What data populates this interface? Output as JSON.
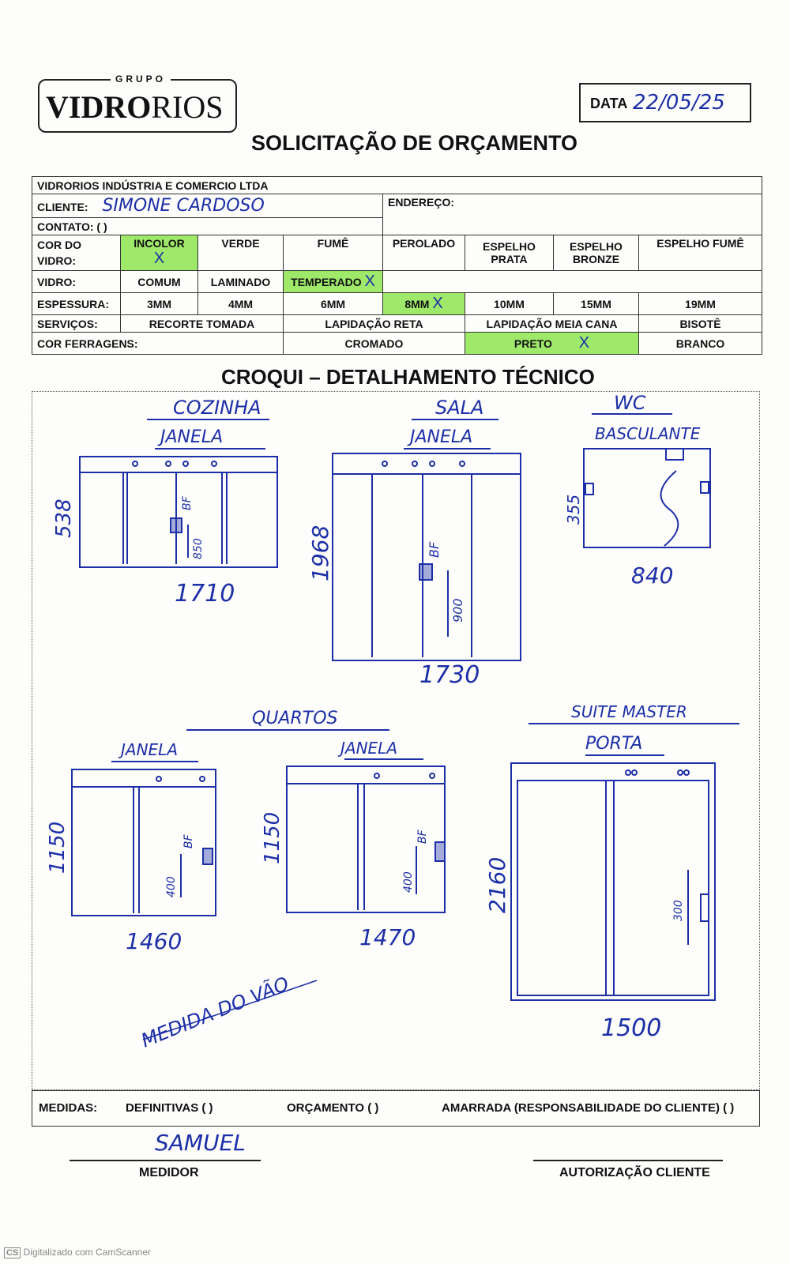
{
  "header": {
    "logo_small": "GRUPO",
    "logo_main": "VIDRO",
    "logo_thin": "RIOS",
    "date_label": "DATA",
    "date_value": "22/05/25",
    "title": "SOLICITAÇÃO DE ORÇAMENTO"
  },
  "form": {
    "company": "VIDRORIOS INDÚSTRIA E COMERCIO LTDA",
    "cliente_label": "CLIENTE:",
    "cliente_value": "SIMONE CARDOSO",
    "endereco_label": "ENDEREÇO:",
    "contato_label": "CONTATO: (   )",
    "cor_label_1": "COR DO",
    "cor_label_2": "VIDRO:",
    "cor_options": [
      "INCOLOR",
      "VERDE",
      "FUMÊ",
      "PEROLADO",
      "ESPELHO PRATA",
      "ESPELHO BRONZE",
      "ESPELHO FUMÊ"
    ],
    "vidro_label": "VIDRO:",
    "vidro_options": [
      "COMUM",
      "LAMINADO",
      "TEMPERADO"
    ],
    "espessura_label": "ESPESSURA:",
    "espessura_options": [
      "3MM",
      "4MM",
      "6MM",
      "8MM",
      "10MM",
      "15MM",
      "19MM"
    ],
    "servicos_label": "SERVIÇOS:",
    "servicos_options": [
      "RECORTE TOMADA",
      "LAPIDAÇÃO RETA",
      "LAPIDAÇÃO MEIA CANA",
      "BISOTÊ"
    ],
    "ferragens_label": "COR FERRAGENS:",
    "ferragens_options": [
      "CROMADO",
      "PRETO",
      "BRANCO"
    ],
    "mark": "X",
    "highlight_color": "#9ee86a"
  },
  "croqui": {
    "title": "CROQUI – DETALHAMENTO TÉCNICO",
    "cozinha": {
      "room": "COZINHA",
      "type": "JANELA",
      "width": "1710",
      "height": "538",
      "bf": "BF",
      "bf_h": "850"
    },
    "sala": {
      "room": "SALA",
      "type": "JANELA",
      "width": "1730",
      "height": "1968",
      "bf": "BF",
      "bf_h": "900"
    },
    "wc": {
      "room": "WC",
      "type": "BASCULANTE",
      "width": "840",
      "height": "355"
    },
    "quartos_label": "QUARTOS",
    "quarto1": {
      "type": "JANELA",
      "width": "1460",
      "height": "1150",
      "bf": "BF",
      "bf_h": "400"
    },
    "quarto2": {
      "type": "JANELA",
      "width": "1470",
      "height": "1150",
      "bf": "BF",
      "bf_h": "400"
    },
    "suite": {
      "room": "SUITE MASTER",
      "type": "PORTA",
      "width": "1500",
      "height": "2160",
      "handle": "300"
    },
    "note": "MEDIDA DO VÃO"
  },
  "footer": {
    "medidas_label": "MEDIDAS:",
    "definitivas": "DEFINITIVAS (   )",
    "orcamento": "ORÇAMENTO (   )",
    "amarrada": "AMARRADA (RESPONSABILIDADE DO CLIENTE) (   )",
    "medidor_sig": "SAMUEL",
    "medidor_label": "MEDIDOR",
    "autorizacao_label": "AUTORIZAÇÃO CLIENTE",
    "scanner": "Digitalizado com CamScanner",
    "scanner_badge": "CS"
  }
}
